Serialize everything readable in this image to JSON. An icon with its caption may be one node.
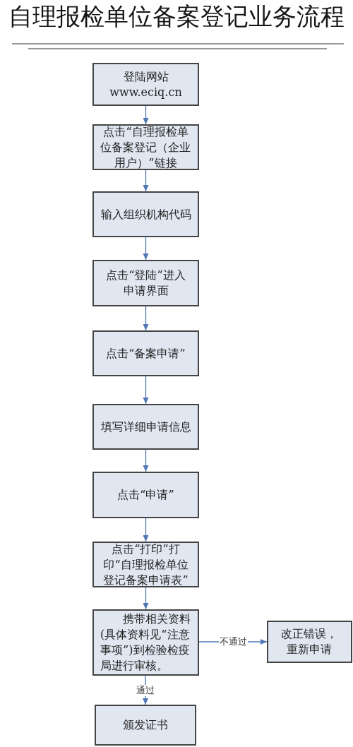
{
  "diagram": {
    "title": "自理报检单位备案登记业务流程",
    "nodes": [
      {
        "text": [
          "登陆网站",
          "www.eciq.cn"
        ]
      },
      {
        "text": [
          "点击“自理报检单位备案登记（企业用户）”链接"
        ]
      },
      {
        "text": [
          "输入组织机构代码"
        ]
      },
      {
        "text": [
          "点击“登陆”进入申请界面"
        ]
      },
      {
        "text": [
          "点击“备案申请”"
        ]
      },
      {
        "text": [
          "填写详细申请信息"
        ]
      },
      {
        "text": [
          "点击“申请”"
        ]
      },
      {
        "text": [
          "点击“打印”打印“自理报检单位登记备案申请表”"
        ]
      },
      {
        "text": [
          "携带相关资料(具体资料见“注意事项”)到检验检疫局进行审核。"
        ]
      },
      {
        "text": [
          "改正错误，重新申请"
        ]
      },
      {
        "text": [
          "颁发证书"
        ]
      }
    ],
    "edges": [
      {
        "from": 0,
        "to": 1,
        "arrow": "to"
      },
      {
        "from": 1,
        "to": 2,
        "arrow": "to"
      },
      {
        "from": 2,
        "to": 3,
        "arrow": "to"
      },
      {
        "from": 3,
        "to": 4,
        "arrow": "to"
      },
      {
        "from": 4,
        "to": 5,
        "arrow": "to"
      },
      {
        "from": 5,
        "to": 6,
        "arrow": "to"
      },
      {
        "from": 6,
        "to": 7,
        "arrow": "to"
      },
      {
        "from": 7,
        "to": 8,
        "arrow": "to"
      },
      {
        "from": 8,
        "to": 9,
        "arrow": "to",
        "label": "不通过"
      },
      {
        "from": 8,
        "to": 10,
        "arrow": "to",
        "label": "通过"
      }
    ]
  }
}
